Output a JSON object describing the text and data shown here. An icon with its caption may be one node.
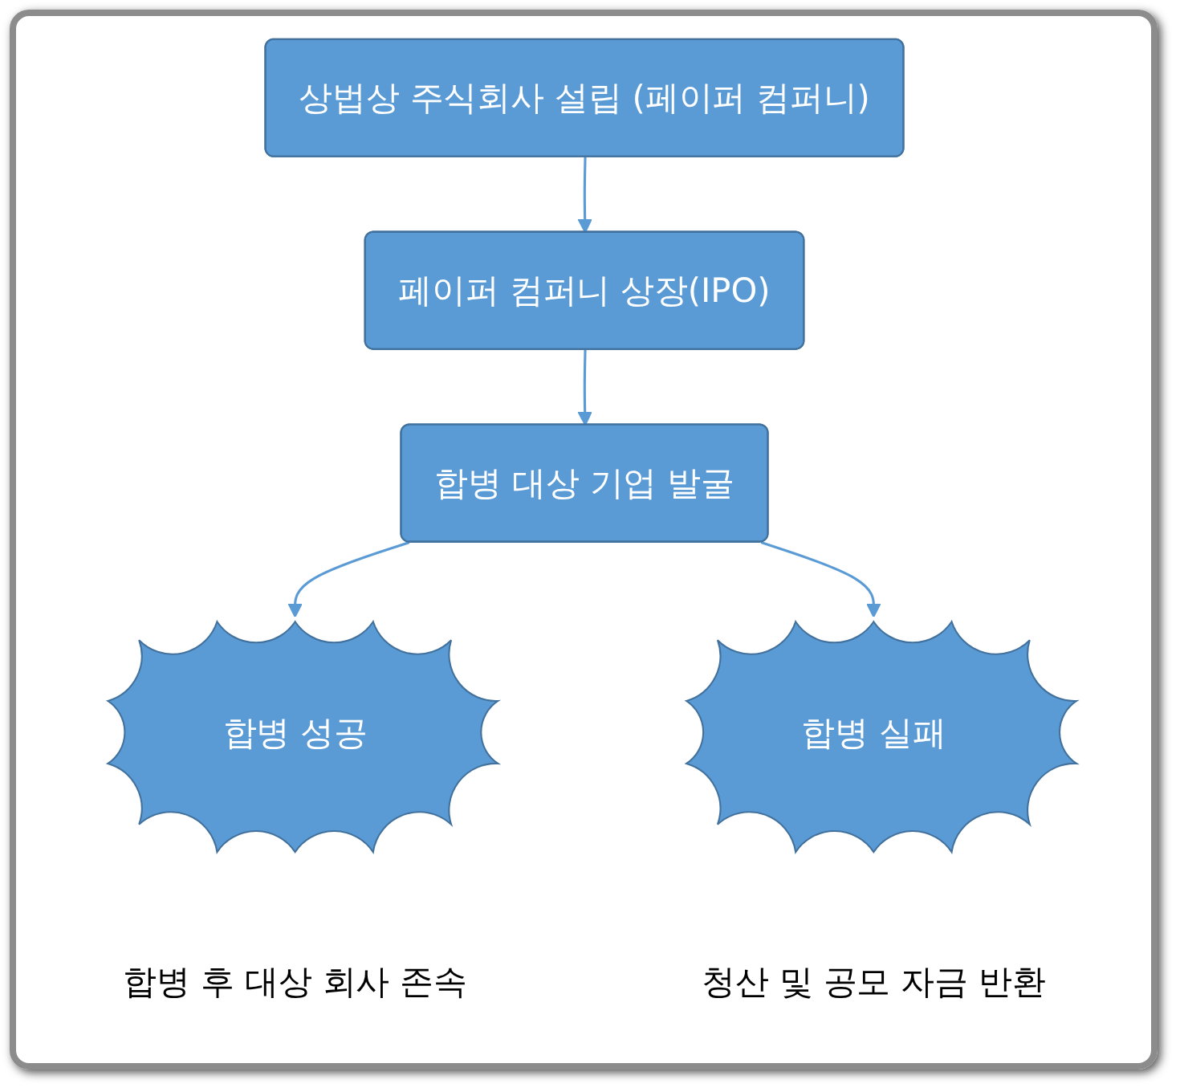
{
  "diagram": {
    "nodes": [
      {
        "text": [
          "상법상 주식회사 설립 (페이퍼 컴퍼니)"
        ]
      },
      {
        "text": [
          "페이퍼 컴퍼니 상장(IPO)"
        ]
      },
      {
        "text": [
          "합병 대상 기업 발굴"
        ]
      },
      {
        "text": [
          "합병 성공"
        ],
        "beside": [
          "합병 후 대상 회사 존속"
        ]
      },
      {
        "text": [
          "합병 실패"
        ],
        "beside": [
          "청산 및 공모 자금 반환"
        ]
      }
    ],
    "edges": [
      {
        "from": 0,
        "to": 1,
        "arrow": "to"
      },
      {
        "from": 1,
        "to": 2,
        "arrow": "to"
      },
      {
        "from": 2,
        "to": 3,
        "arrow": "to"
      },
      {
        "from": 2,
        "to": 4,
        "arrow": "to"
      }
    ]
  }
}
